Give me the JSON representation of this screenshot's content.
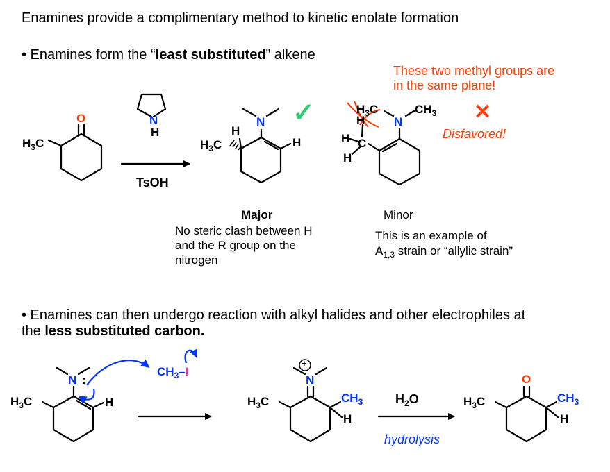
{
  "title": "Enamines provide a complimentary method to kinetic enolate formation",
  "bullet1": {
    "prefix": "• Enamines form the “",
    "bold": "least substituted",
    "suffix": "” alkene"
  },
  "annotation": {
    "line1": "These two methyl groups are",
    "line2": "in the same plane!"
  },
  "disfavored": "Disfavored!",
  "reagent": {
    "catalyst": "TsOH"
  },
  "major": {
    "heading": "Major",
    "line1": "No steric clash between H",
    "line2": "and the R group on the",
    "line3": "nitrogen"
  },
  "minor": {
    "heading": "Minor",
    "line1": "This is an example of",
    "a": "A",
    "a_sub": "1,3",
    "line2_rest": " strain or “allylic strain”"
  },
  "bullet2": {
    "line1": "• Enamines can then undergo reaction with alkyl halides and other electrophiles at",
    "prefix": "the ",
    "bold": "less substituted carbon."
  },
  "step2": {
    "reagent": "H",
    "reagent_sub": "2",
    "reagent_rest": "O",
    "note": "hydrolysis"
  },
  "atoms": {
    "O": "O",
    "N": "N",
    "H": "H",
    "H3C_h": "H",
    "H3C_sub": "3",
    "H3C_c": "C",
    "CH3_c": "CH",
    "CH3_sub": "3",
    "I": "I",
    "CH3I_dash": "–",
    "plus": "+",
    "check": "✓",
    "cross": "✕",
    "lone_pair": ":"
  },
  "colors": {
    "red": "#ff3b00",
    "blue": "#0033ff",
    "magenta": "#ff2fa0",
    "green": "#2ecc71"
  }
}
